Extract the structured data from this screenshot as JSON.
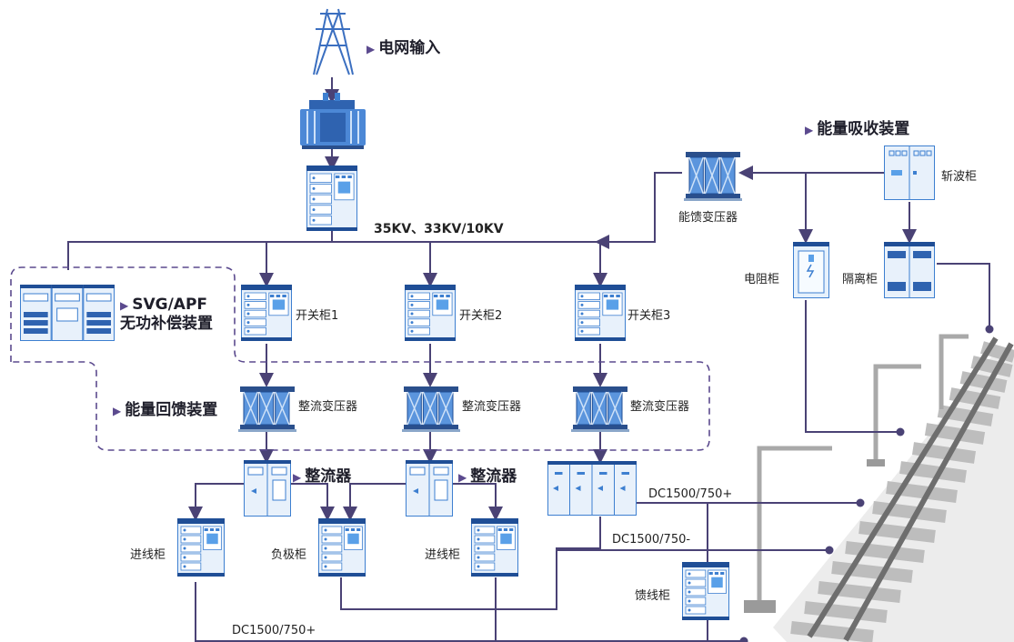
{
  "labels": {
    "grid_input": "电网输入",
    "voltage": "35KV、33KV/10KV",
    "energy_absorb": "能量吸收装置",
    "chopper": "斩波柜",
    "feedback_transformer": "能馈变压器",
    "resistor_cabinet": "电阻柜",
    "isolation_cabinet": "隔离柜",
    "svg_apf_line1": "SVG/APF",
    "svg_apf_line2": "无功补偿装置",
    "switch1": "开关柜1",
    "switch2": "开关柜2",
    "switch3": "开关柜3",
    "energy_feedback": "能量回馈装置",
    "rect_transformer_1": "整流变压器",
    "rect_transformer_2": "整流变压器",
    "rect_transformer_3": "整流变压器",
    "rectifier_1": "整流器",
    "rectifier_2": "整流器",
    "incoming_1": "进线柜",
    "negative": "负极柜",
    "incoming_2": "进线柜",
    "feeder": "馈线柜",
    "dc_plus_upper": "DC1500/750+",
    "dc_minus": "DC1500/750-",
    "dc_plus_lower": "DC1500/750+"
  },
  "colors": {
    "line": "#4a4275",
    "cabinet_blue": "#3d7fd0",
    "cabinet_light": "#e8f1fb",
    "dash": "#5b4a8e",
    "rail": "#8a8a8a",
    "sleeper": "#b5b5b5"
  }
}
